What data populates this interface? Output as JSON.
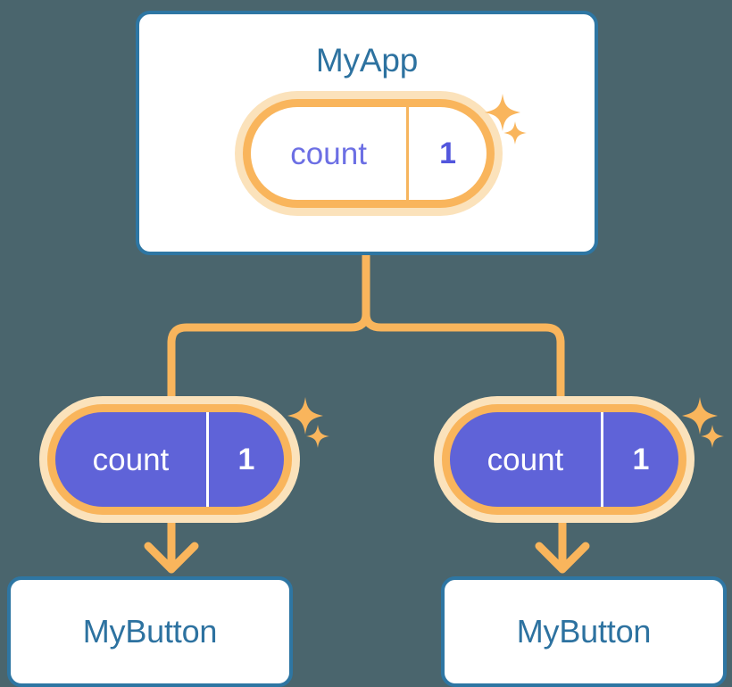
{
  "diagram": {
    "title": "react-state-lifting-diagram",
    "background_color": "#4a656d",
    "accent_colors": {
      "component_border": "#2e76a3",
      "component_text": "#2d72a0",
      "state_ring": "#f9b55c",
      "state_halo": "#fbe2bb",
      "state_fill_shared": "#5f63d8",
      "state_fill_owner": "#ffffff",
      "state_text_owner": "#6c6fe4",
      "state_text_shared": "#ffffff",
      "connector": "#f9b55c"
    }
  },
  "app": {
    "name": "app-component",
    "title": "MyApp",
    "state": {
      "key": "count",
      "value": "1"
    },
    "sparkles": [
      "sparkle-large",
      "sparkle-small"
    ]
  },
  "children": [
    {
      "name": "button-component-left",
      "title": "MyButton",
      "state": {
        "key": "count",
        "value": "1"
      },
      "sparkles": [
        "sparkle-large",
        "sparkle-small"
      ]
    },
    {
      "name": "button-component-right",
      "title": "MyButton",
      "state": {
        "key": "count",
        "value": "1"
      },
      "sparkles": [
        "sparkle-large",
        "sparkle-small"
      ]
    }
  ],
  "connectors": {
    "trunk": "app-to-branch",
    "branch_left": "branch-to-left-state",
    "branch_right": "branch-to-right-state",
    "arrow_left": "left-state-to-left-button",
    "arrow_right": "right-state-to-right-button"
  }
}
